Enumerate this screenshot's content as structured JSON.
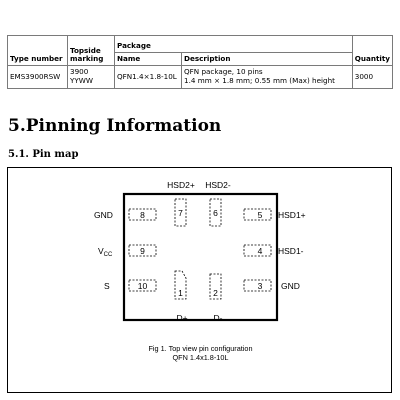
{
  "table": {
    "headers": {
      "type_number": "Type number",
      "topside_marking": "Topside\nmarking",
      "package": "Package",
      "name": "Name",
      "description": "Description",
      "quantity": "Quantity"
    },
    "rows": [
      {
        "type_number": "EMS3900RSW",
        "topside_marking": "3900\nYYWW",
        "name": "QFN1.4×1.8-10L",
        "description": "QFN package, 10 pins\n1.4 mm × 1.8 mm; 0.55 mm (Max) height",
        "quantity": "3000"
      }
    ]
  },
  "section": {
    "title": "5.Pinning Information"
  },
  "subsection": {
    "title": "5.1.  Pin map"
  },
  "figure": {
    "pins": [
      {
        "number": "1",
        "label": "D+"
      },
      {
        "number": "2",
        "label": "D-"
      },
      {
        "number": "3",
        "label": "GND"
      },
      {
        "number": "4",
        "label": "HSD1-"
      },
      {
        "number": "5",
        "label": "HSD1+"
      },
      {
        "number": "6",
        "label": "HSD2-"
      },
      {
        "number": "7",
        "label": "HSD2+"
      },
      {
        "number": "8",
        "label": "GND"
      },
      {
        "number": "9",
        "label": "V"
      },
      {
        "number": "10",
        "label": "S"
      }
    ],
    "vcc_subscript": "CC",
    "caption_line1": "Fig 1.  Top view pin configuration",
    "caption_line2": "QFN 1.4x1.8-10L"
  }
}
